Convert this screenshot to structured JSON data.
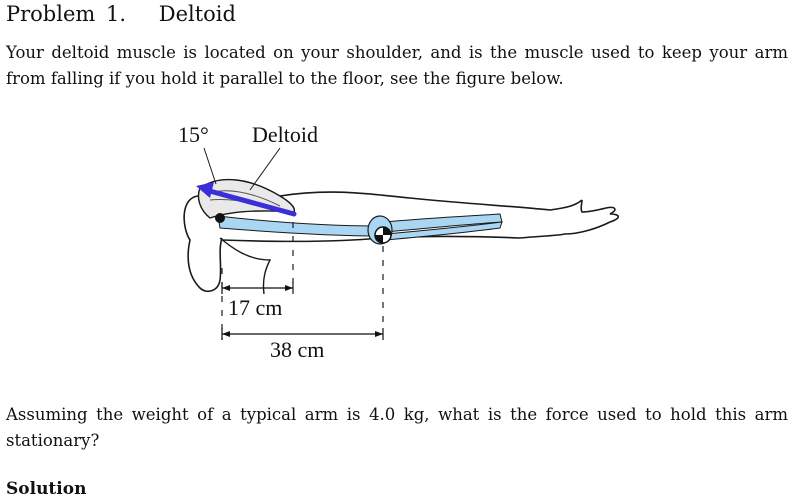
{
  "heading": {
    "prefix": "Problem",
    "number": "1.",
    "name": "Deltoid"
  },
  "intro": "Your deltoid muscle is located on your shoulder, and is the muscle used to keep your arm from falling if you hold it parallel to the floor, see the figure below.",
  "figure": {
    "angle_label": "15°",
    "muscle_label": "Deltoid",
    "dist_muscle_label": "17 cm",
    "dist_weight_label": "38 cm",
    "colors": {
      "force_arrow": "#3a2fd8",
      "bone": "#a9d6f2",
      "outline": "#1a1a1a"
    }
  },
  "question": "Assuming the weight of a typical arm is 4.0 kg, what is the force used to hold this arm stationary?",
  "solution_label": "Solution"
}
